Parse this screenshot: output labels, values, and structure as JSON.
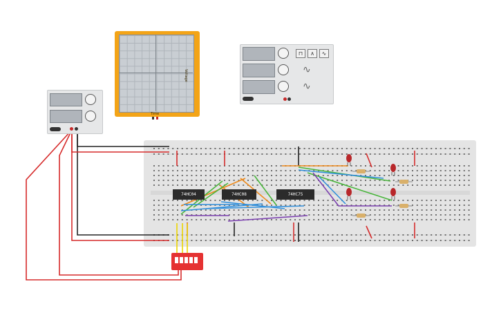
{
  "oscilloscope": {
    "x_label": "Time",
    "y_label": "Voltage"
  },
  "chips": [
    {
      "label": "74HC04"
    },
    {
      "label": "74HC08"
    },
    {
      "label": "74HC75"
    }
  ],
  "colors": {
    "wire_red": "#d62a2a",
    "wire_black": "#222222",
    "wire_orange": "#ee8a1b",
    "wire_green": "#48b53b",
    "wire_blue": "#2f8fdc",
    "wire_purple": "#7b3fb0",
    "wire_yellow": "#ecd600",
    "oscilloscope_frame": "#f3a417",
    "dip_switch": "#e53232"
  }
}
